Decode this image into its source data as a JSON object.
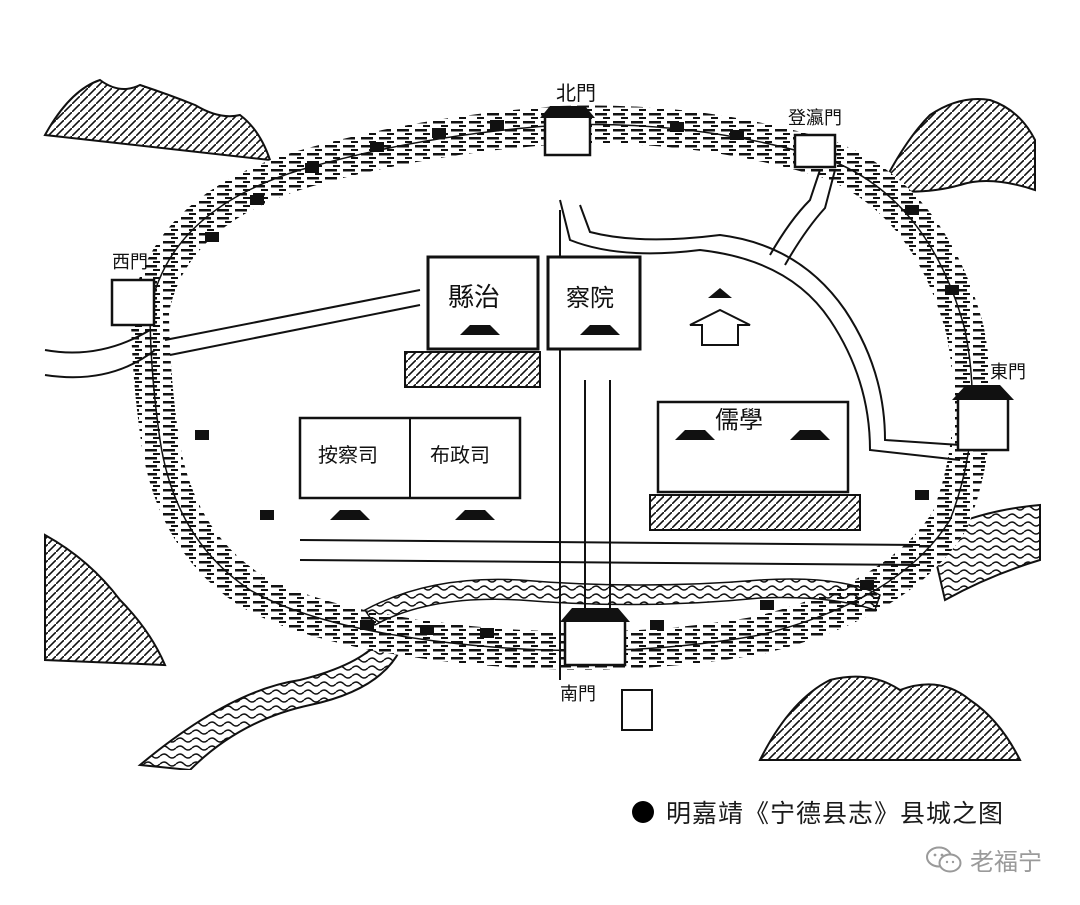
{
  "caption": "明嘉靖《宁德县志》县城之图",
  "watermark": "老福宁",
  "icons": {
    "caption_bullet": "filled-circle",
    "watermark_icon": "wechat-chat-bubbles-icon"
  },
  "map_labels": {
    "north_gate": "北門",
    "northeast_gate": "登瀛門",
    "west_gate": "西門",
    "east_gate": "東門",
    "county_office": "縣治",
    "censorate": "察院",
    "school": "儒學",
    "provincial_admin": "布政司",
    "surveillance": "按察司",
    "south_gate": "南門"
  },
  "colors": {
    "ink": "#111111",
    "paper": "#ffffff",
    "watermark": "#9a9a9a"
  }
}
